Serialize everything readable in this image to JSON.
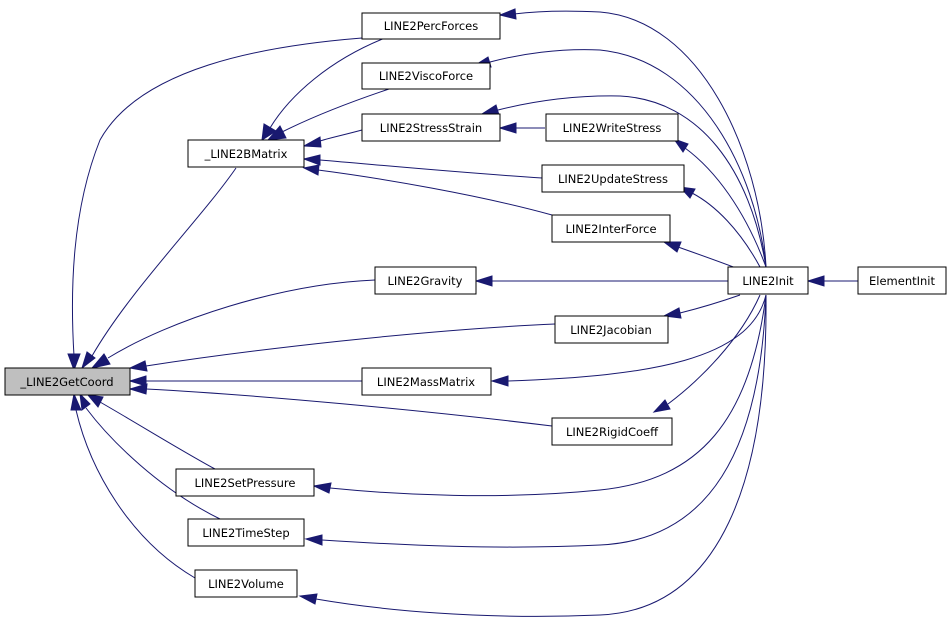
{
  "nodes": {
    "get_coord": "_LINE2GetCoord",
    "perc_forces": "LINE2PercForces",
    "visco_force": "LINE2ViscoForce",
    "bmatrix": "_LINE2BMatrix",
    "stress_strain": "LINE2StressStrain",
    "write_stress": "LINE2WriteStress",
    "update_stress": "LINE2UpdateStress",
    "inter_force": "LINE2InterForce",
    "gravity": "LINE2Gravity",
    "init": "LINE2Init",
    "element_init": "ElementInit",
    "jacobian": "LINE2Jacobian",
    "mass_matrix": "LINE2MassMatrix",
    "rigid_coeff": "LINE2RigidCoeff",
    "set_pressure": "LINE2SetPressure",
    "time_step": "LINE2TimeStep",
    "volume": "LINE2Volume"
  },
  "edges": [
    [
      "perc_forces",
      "get_coord"
    ],
    [
      "perc_forces",
      "bmatrix"
    ],
    [
      "visco_force",
      "bmatrix"
    ],
    [
      "stress_strain",
      "bmatrix"
    ],
    [
      "update_stress",
      "bmatrix"
    ],
    [
      "inter_force",
      "bmatrix"
    ],
    [
      "bmatrix",
      "get_coord"
    ],
    [
      "gravity",
      "get_coord"
    ],
    [
      "jacobian",
      "get_coord"
    ],
    [
      "mass_matrix",
      "get_coord"
    ],
    [
      "rigid_coeff",
      "get_coord"
    ],
    [
      "set_pressure",
      "get_coord"
    ],
    [
      "time_step",
      "get_coord"
    ],
    [
      "volume",
      "get_coord"
    ],
    [
      "write_stress",
      "stress_strain"
    ],
    [
      "init",
      "perc_forces"
    ],
    [
      "init",
      "visco_force"
    ],
    [
      "init",
      "stress_strain"
    ],
    [
      "init",
      "write_stress"
    ],
    [
      "init",
      "update_stress"
    ],
    [
      "init",
      "inter_force"
    ],
    [
      "init",
      "gravity"
    ],
    [
      "init",
      "jacobian"
    ],
    [
      "init",
      "mass_matrix"
    ],
    [
      "init",
      "rigid_coeff"
    ],
    [
      "init",
      "set_pressure"
    ],
    [
      "init",
      "time_step"
    ],
    [
      "init",
      "volume"
    ],
    [
      "element_init",
      "init"
    ]
  ],
  "colors": {
    "edge": "#191970",
    "highlight_fill": "#bfbfbf"
  }
}
